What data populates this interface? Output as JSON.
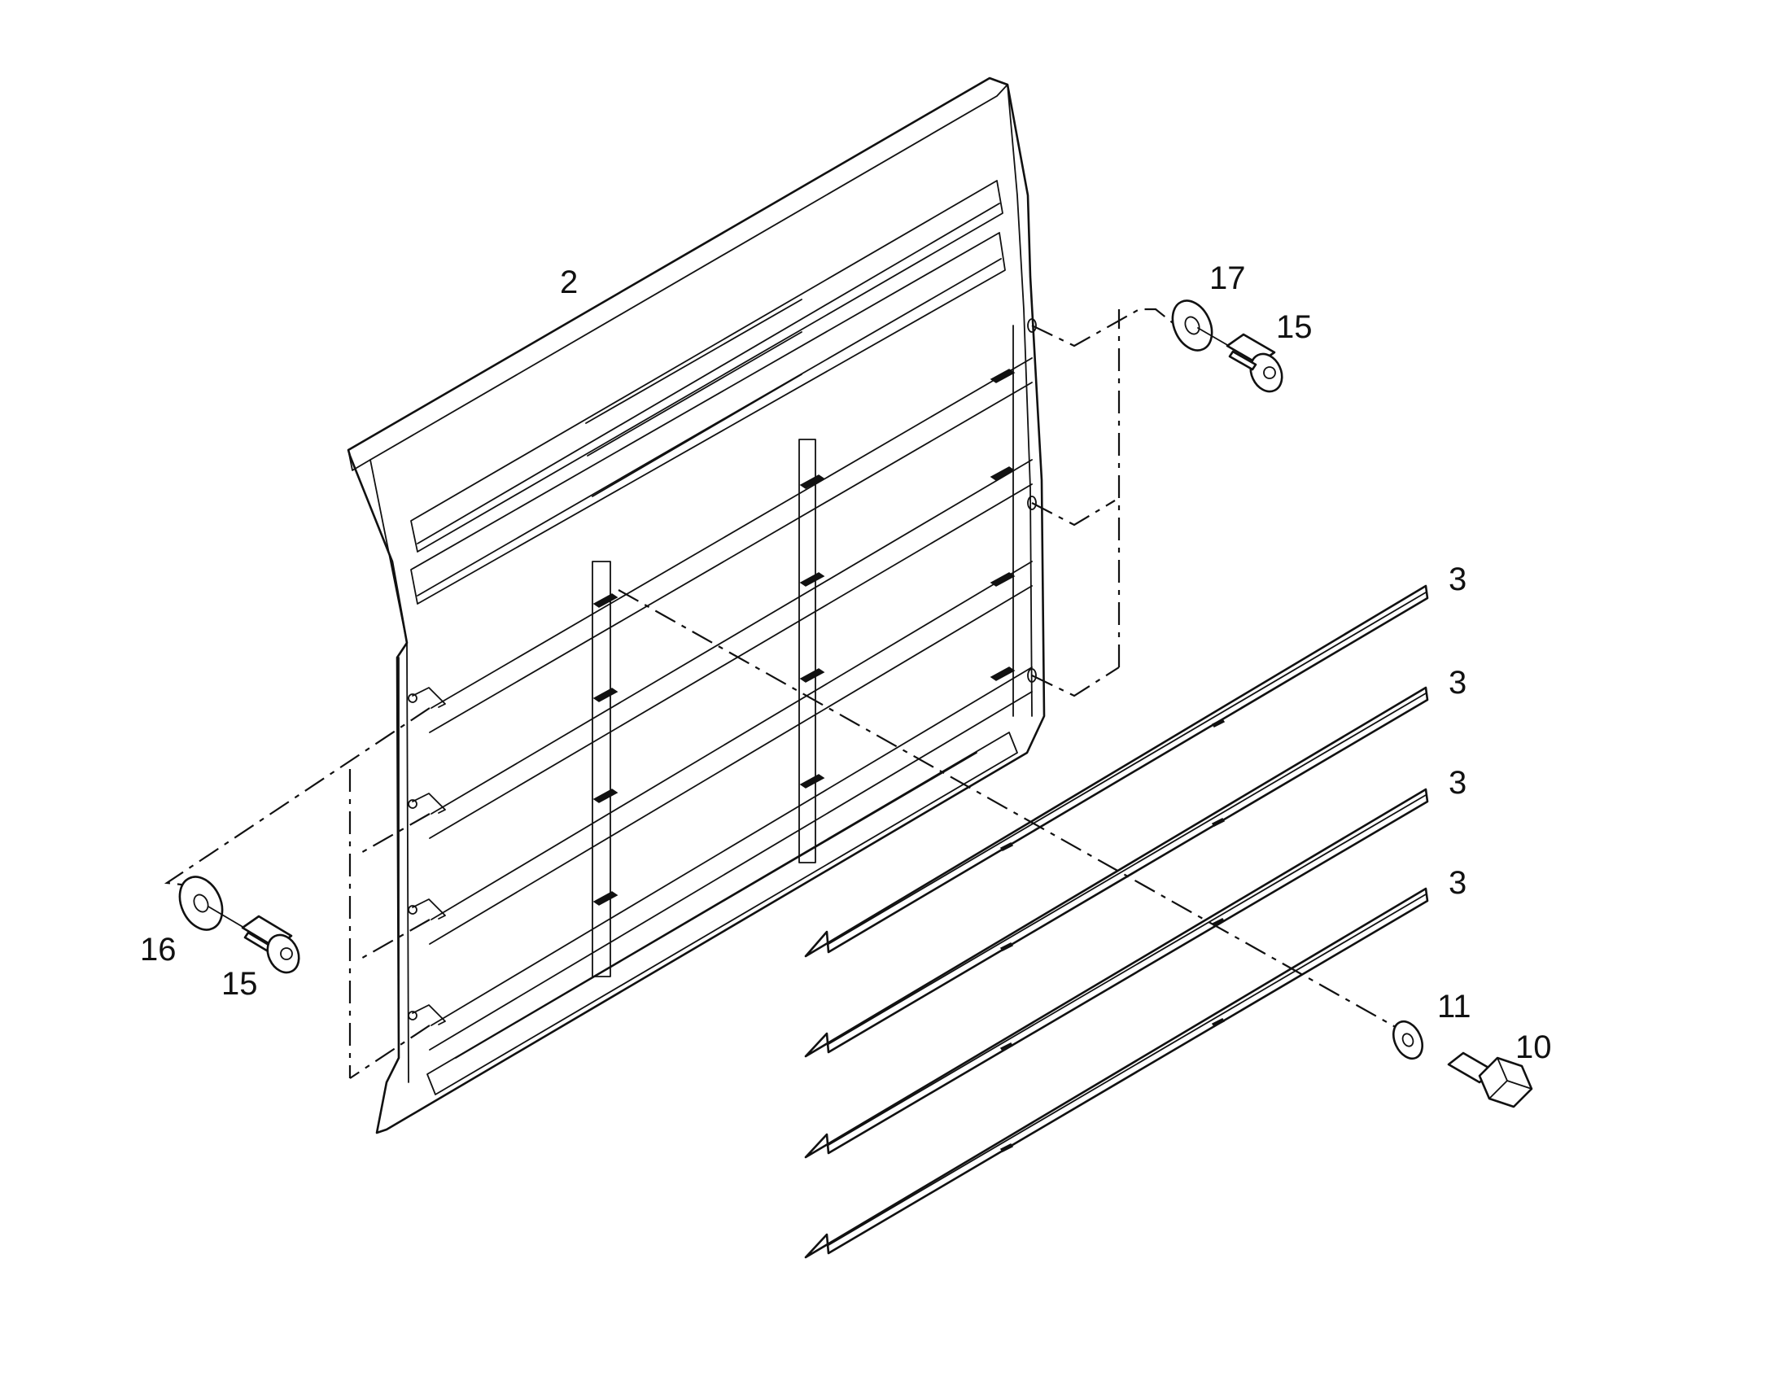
{
  "callouts": {
    "panel": "2",
    "strip_1": "3",
    "strip_2": "3",
    "strip_3": "3",
    "strip_4": "3",
    "washer_right": "17",
    "screw_right": "15",
    "washer_left": "16",
    "screw_left": "15",
    "washer_center": "11",
    "bolt_center": "10"
  }
}
